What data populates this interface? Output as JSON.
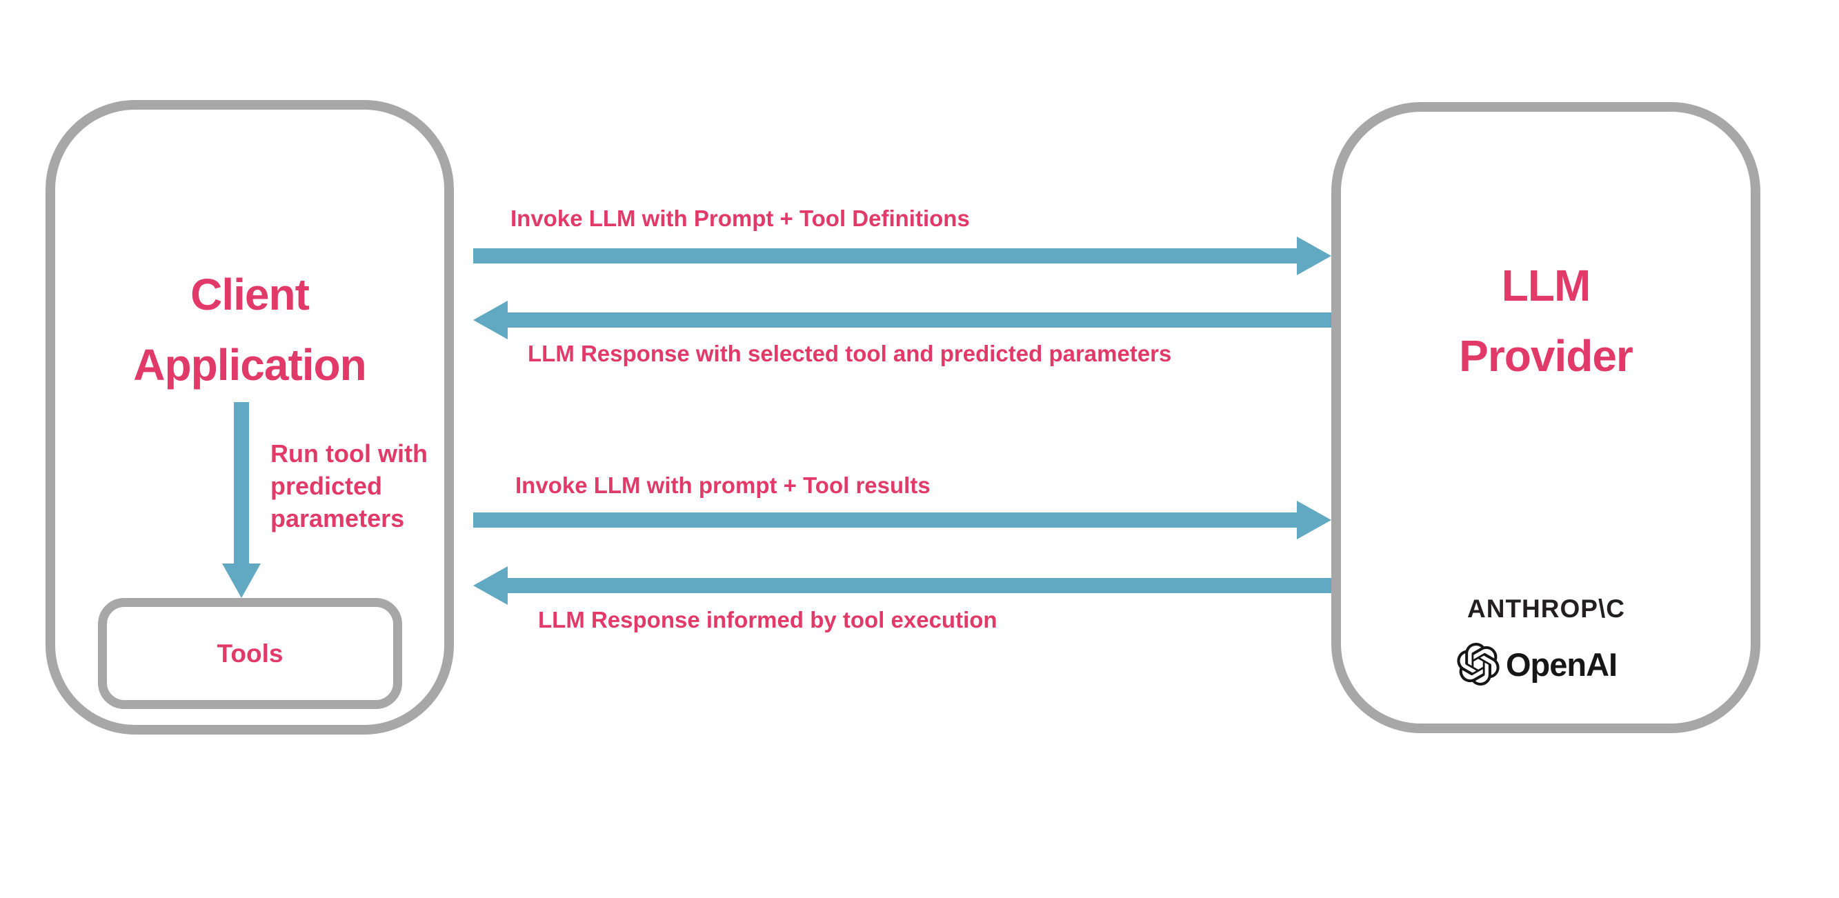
{
  "colors": {
    "accent_pink": "#e23a68",
    "arrow_teal": "#61a8c3",
    "border_gray": "#a7a7a7",
    "logo_dark": "#231f20"
  },
  "client_box": {
    "title": "Client\nApplication",
    "inner_arrow": {
      "label": "Run tool with\npredicted\nparameters",
      "direction": "down"
    },
    "tools_box": {
      "label": "Tools"
    }
  },
  "llm_box": {
    "title": "LLM\nProvider",
    "providers": [
      {
        "name": "ANTHROP\\C",
        "icon": "anthropic-wordmark"
      },
      {
        "name": "OpenAI",
        "icon": "openai-logo-icon"
      }
    ]
  },
  "flows": [
    {
      "direction": "right",
      "label": "Invoke LLM with Prompt + Tool Definitions"
    },
    {
      "direction": "left",
      "label": "LLM Response with selected tool and predicted parameters"
    },
    {
      "direction": "right",
      "label": "Invoke LLM with prompt + Tool results"
    },
    {
      "direction": "left",
      "label": "LLM Response informed by tool execution"
    }
  ]
}
